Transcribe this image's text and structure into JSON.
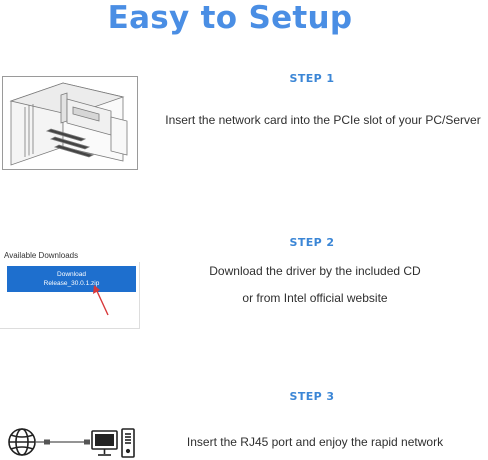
{
  "title": "Easy to Setup",
  "steps": [
    {
      "label": "STEP 1",
      "text": "Insert the network card into the PCIe slot of your PC/Server"
    },
    {
      "label": "STEP 2",
      "text_line1": "Download the driver by the included CD",
      "text_line2": "or from Intel official website"
    },
    {
      "label": "STEP 3",
      "text": "Insert the RJ45 port and enjoy the rapid network"
    }
  ],
  "download_panel": {
    "heading": "Available Downloads",
    "button_line1": "Download",
    "button_line2": "Release_30.0.1.zip"
  },
  "colors": {
    "title": "#4a8ee4",
    "step_label": "#3b86d6",
    "download_button": "#1e6fce",
    "arrow": "#d8383a"
  },
  "icons": [
    "pc-case-illustration",
    "globe-icon",
    "cable-icon",
    "desktop-computer-icon",
    "red-arrow-icon"
  ]
}
